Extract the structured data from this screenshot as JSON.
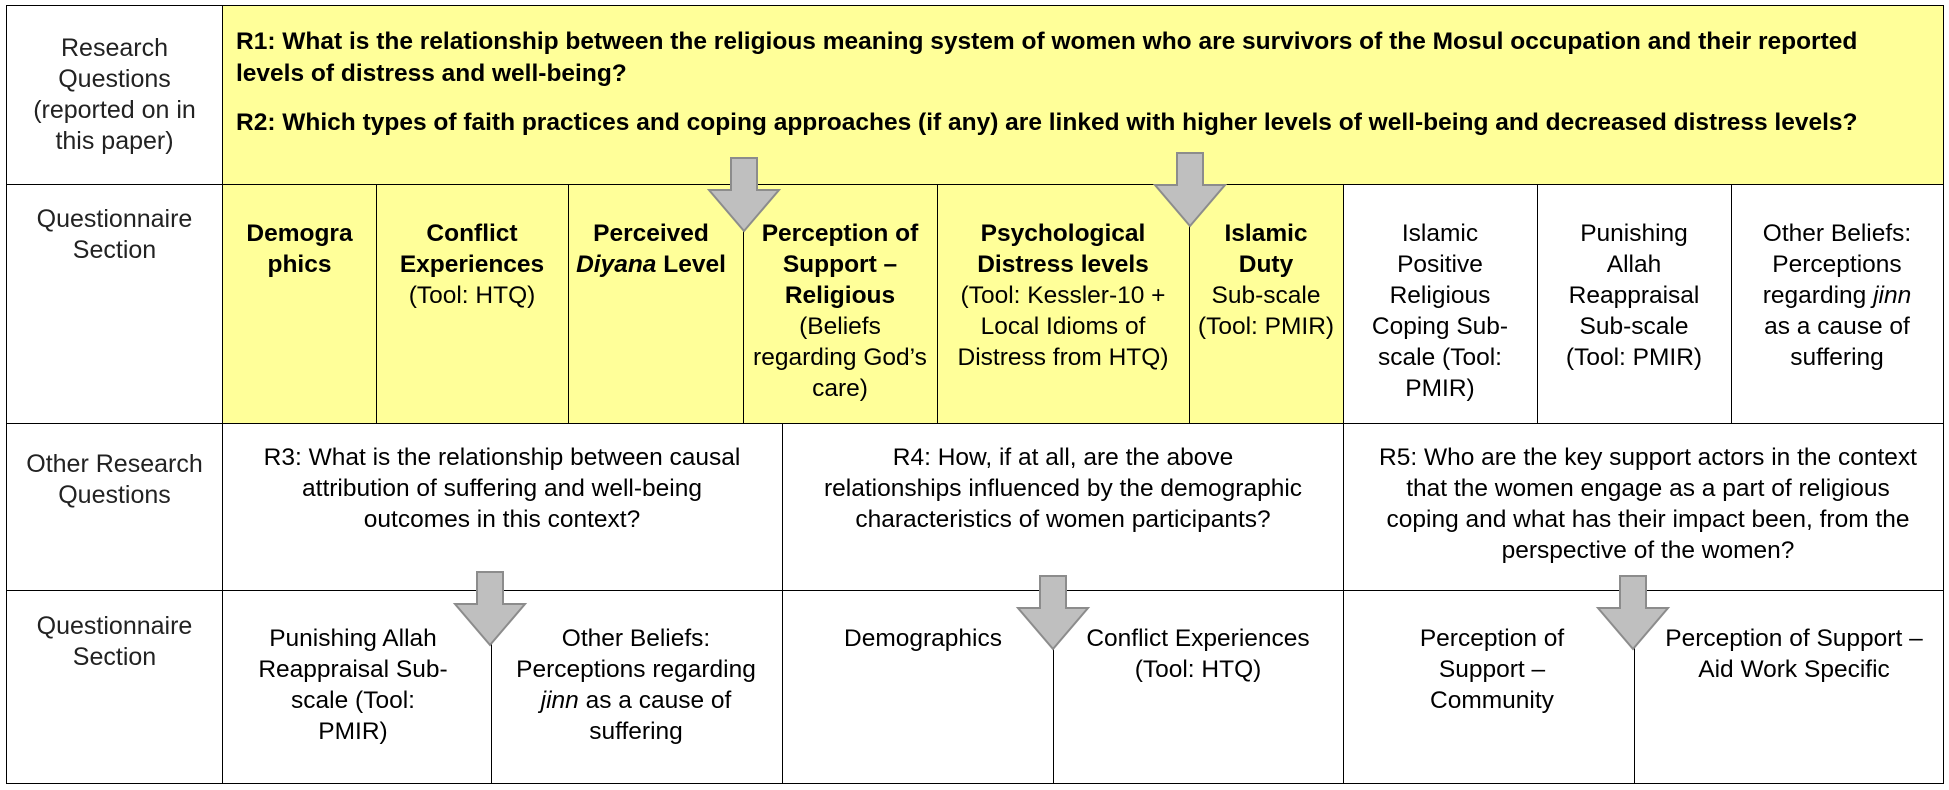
{
  "rows": {
    "research_questions": {
      "label": "Research Questions (reported on in this paper)",
      "r1": "R1: What is the relationship between the religious meaning system of women who are survivors of the Mosul occupation and their reported levels of distress and well-being?",
      "r2": "R2: Which types of faith practices and coping approaches (if any) are linked with higher levels of well-being and decreased distress levels?"
    },
    "questionnaire_section_1": {
      "label": "Questionnaire Section",
      "cells": [
        {
          "title": "Demographics"
        },
        {
          "title": "Conflict Experiences",
          "sub": "(Tool: HTQ)"
        },
        {
          "title_a": "Perceived ",
          "title_em": "Diyana",
          "title_b": " Level"
        },
        {
          "title": "Perception of Support – Religious",
          "sub": "(Beliefs regarding God’s care)"
        },
        {
          "title": "Psychological Distress levels",
          "sub": "(Tool: Kessler-10 + Local Idioms of Distress from HTQ)"
        },
        {
          "title": "Islamic Duty",
          "sub": "Sub-scale (Tool: PMIR)"
        },
        {
          "text": "Islamic Positive Religious Coping Sub-scale (Tool: PMIR)"
        },
        {
          "text": "Punishing Allah Reappraisal Sub-scale (Tool: PMIR)"
        },
        {
          "text_a": "Other Beliefs: Perceptions regarding ",
          "text_em": "jinn",
          "text_b": " as a cause of suffering"
        }
      ]
    },
    "other_research_questions": {
      "label": "Other Research Questions",
      "r3": "R3: What is the relationship between causal attribution of suffering and well-being outcomes in this context?",
      "r4": "R4: How, if at all, are the above relationships influenced by the demographic characteristics of women participants?",
      "r5": "R5: Who are the key support actors in the context that the women engage as a part of religious coping and what has their impact been, from the perspective of the women?"
    },
    "questionnaire_section_2": {
      "label": "Questionnaire Section",
      "cells": [
        {
          "text": "Punishing Allah Reappraisal Sub-scale (Tool: PMIR)"
        },
        {
          "text_a": "Other Beliefs: Perceptions regarding ",
          "text_em": "jinn",
          "text_b": " as a cause of suffering"
        },
        {
          "text": "Demographics"
        },
        {
          "text": "Conflict Experiences (Tool: HTQ)"
        },
        {
          "text": "Perception of Support – Community"
        },
        {
          "text": "Perception of Support – Aid Work Specific"
        }
      ]
    }
  },
  "colors": {
    "highlight": "#ffff99",
    "arrow_fill": "#bfbfbf",
    "arrow_stroke": "#8c8c8c",
    "border": "#000000"
  },
  "arrows": [
    "r1-to-section",
    "r2-to-section",
    "r3-to-section",
    "r4-to-section",
    "r5-to-section"
  ]
}
